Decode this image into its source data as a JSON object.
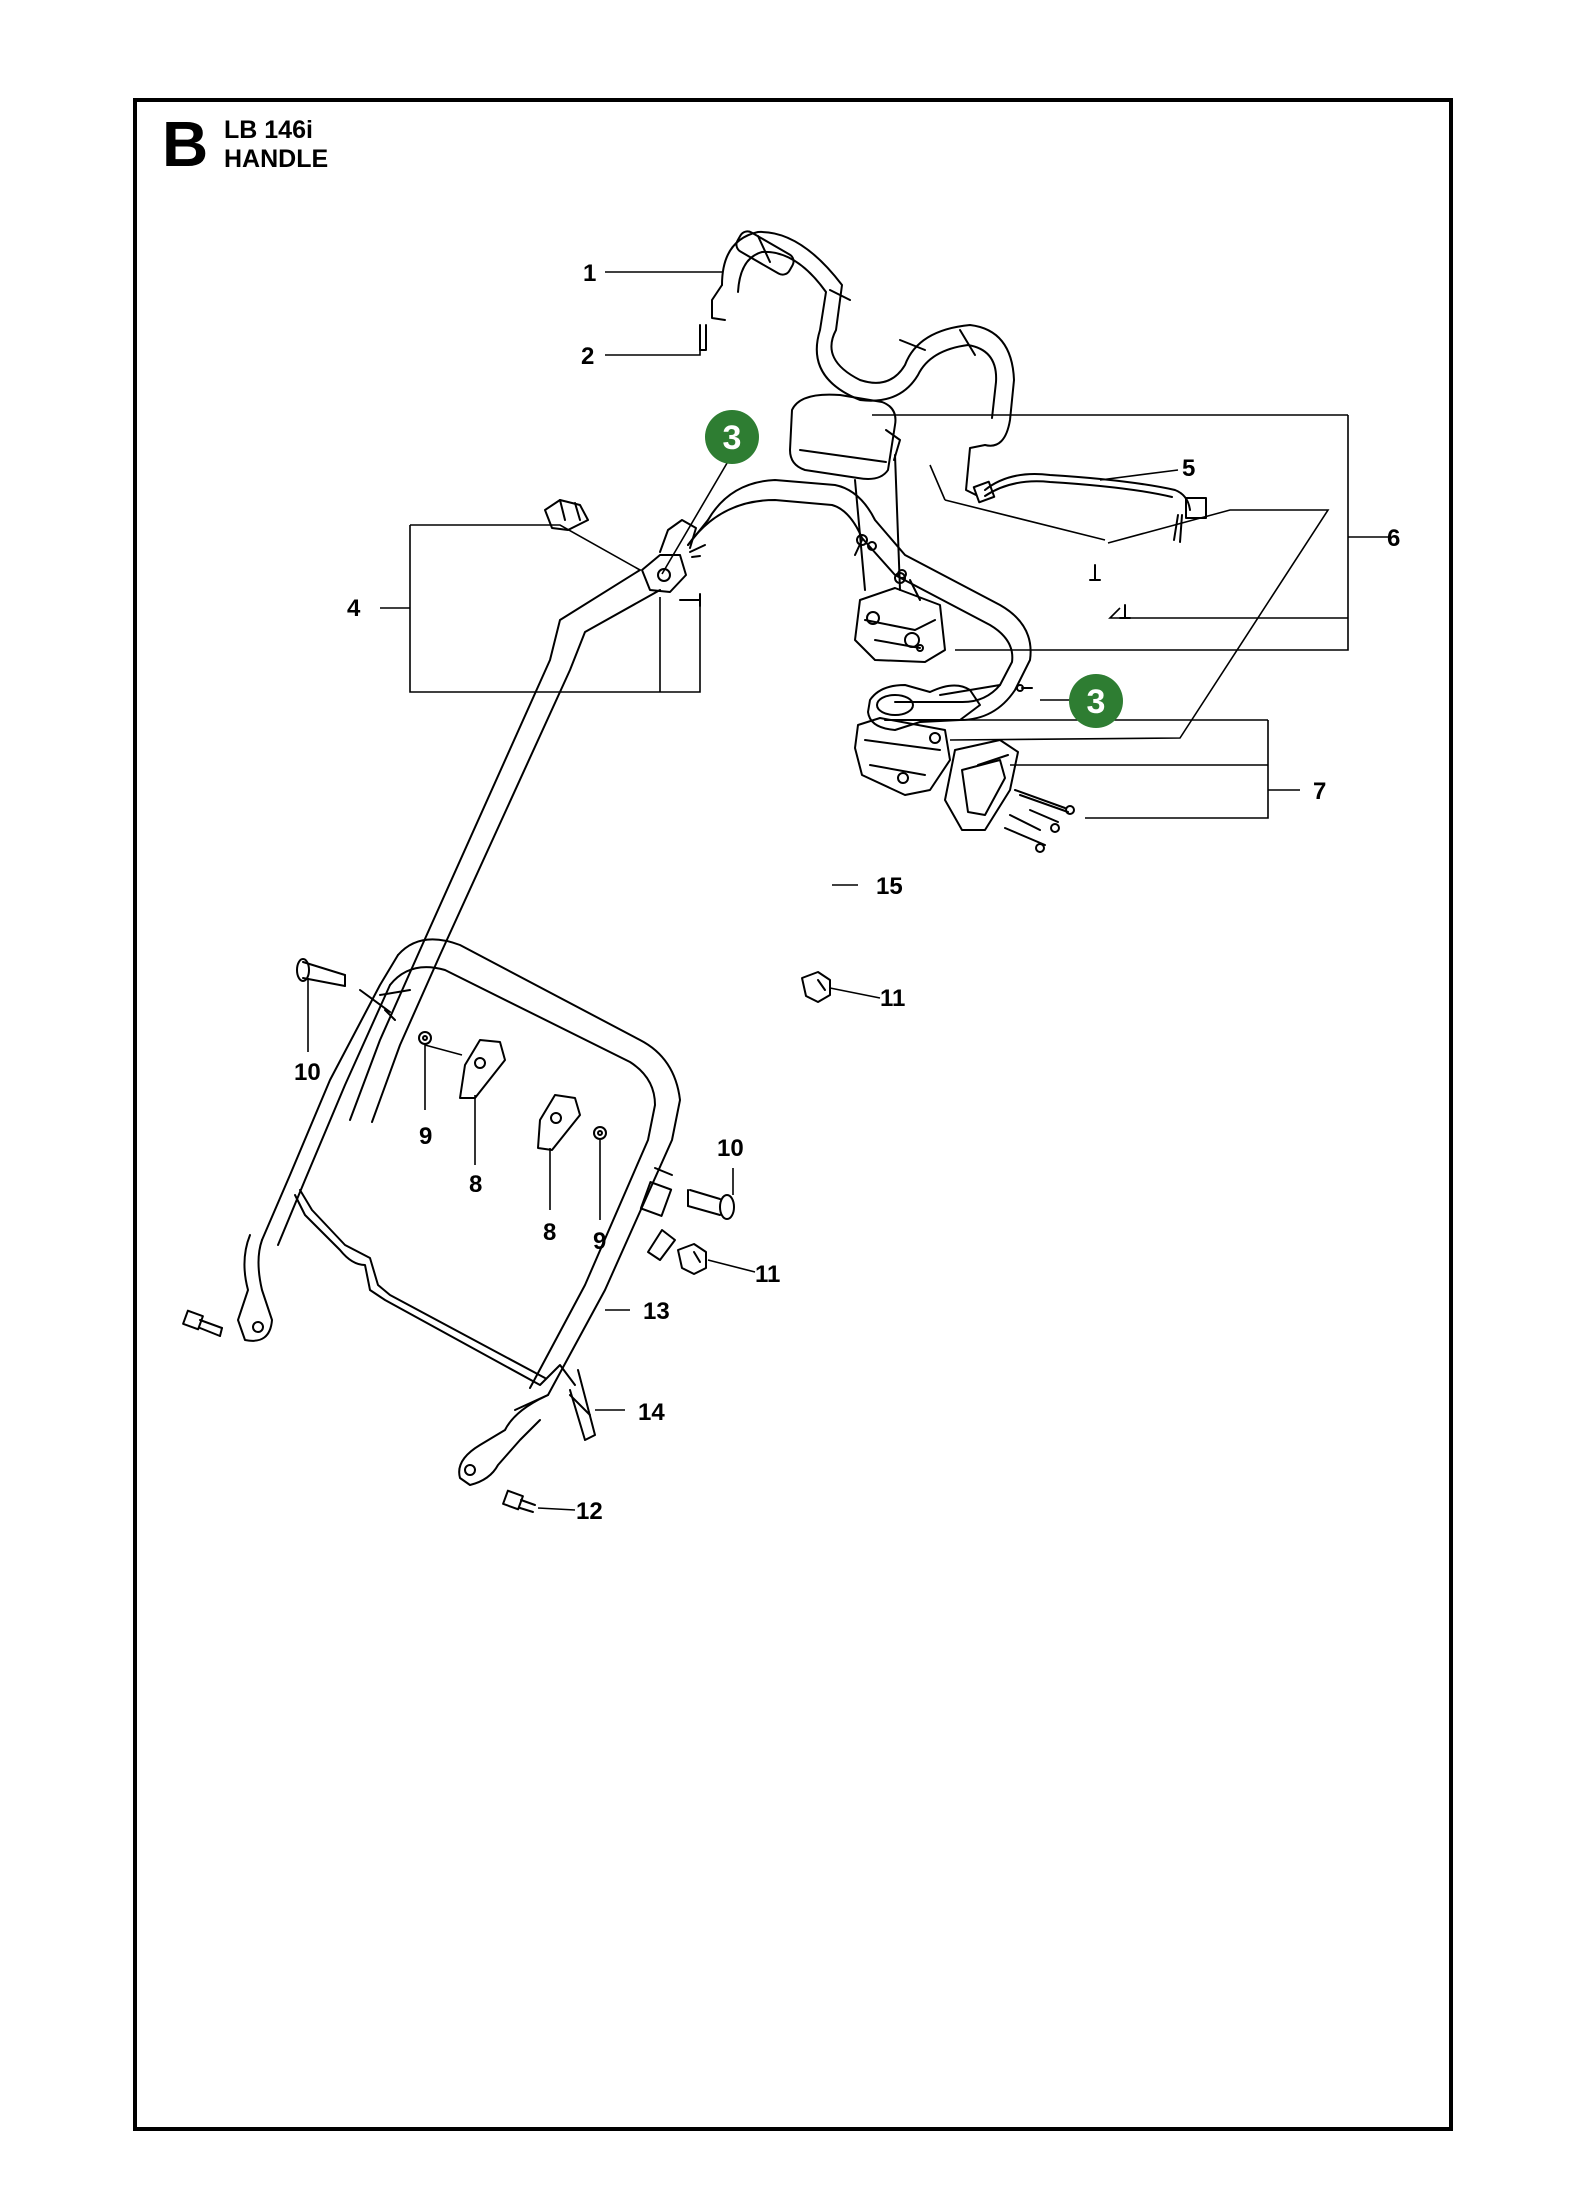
{
  "section": {
    "letter": "B",
    "model": "LB 146i",
    "title": "HANDLE"
  },
  "colors": {
    "badge": "#2e7d32",
    "line": "#000000",
    "background": "#ffffff"
  },
  "badges": [
    {
      "name": "badge-3-upper",
      "number": "3"
    },
    {
      "name": "badge-3-right",
      "number": "3"
    }
  ],
  "callouts": [
    {
      "name": "callout-1",
      "label": "1"
    },
    {
      "name": "callout-2",
      "label": "2"
    },
    {
      "name": "callout-4",
      "label": "4"
    },
    {
      "name": "callout-5",
      "label": "5"
    },
    {
      "name": "callout-6",
      "label": "6"
    },
    {
      "name": "callout-7",
      "label": "7"
    },
    {
      "name": "callout-15",
      "label": "15"
    },
    {
      "name": "callout-11-upper",
      "label": "11"
    },
    {
      "name": "callout-10-left",
      "label": "10"
    },
    {
      "name": "callout-9-left",
      "label": "9"
    },
    {
      "name": "callout-8-left",
      "label": "8"
    },
    {
      "name": "callout-8-right",
      "label": "8"
    },
    {
      "name": "callout-9-right",
      "label": "9"
    },
    {
      "name": "callout-10-right",
      "label": "10"
    },
    {
      "name": "callout-11-lower",
      "label": "11"
    },
    {
      "name": "callout-13",
      "label": "13"
    },
    {
      "name": "callout-14",
      "label": "14"
    },
    {
      "name": "callout-12",
      "label": "12"
    }
  ]
}
